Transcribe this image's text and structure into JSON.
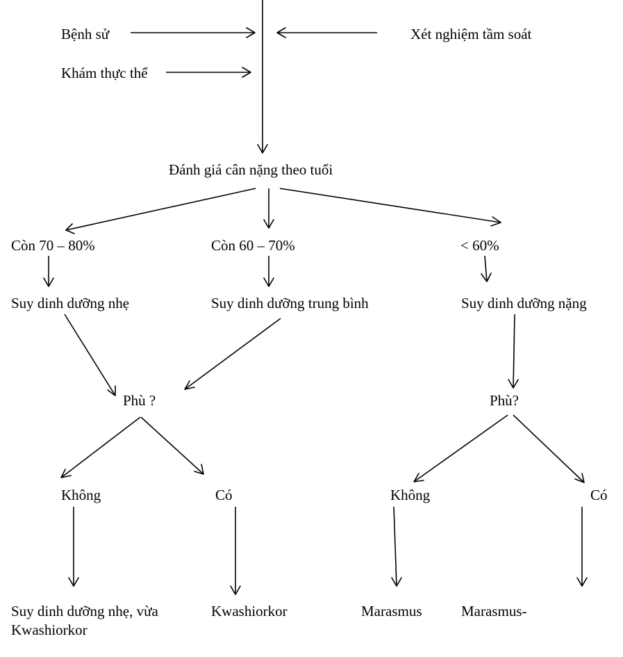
{
  "inputs": {
    "history": "Bệnh sử",
    "screening": "Xét nghiệm tầm soát",
    "exam": "Khám thực thể"
  },
  "assessment": "Đánh giá cân nặng theo tuổi",
  "branches": {
    "mild_range": "Còn 70 – 80%",
    "moderate_range": "Còn 60 – 70%",
    "severe_range": "< 60%"
  },
  "severity": {
    "mild": "Suy dinh dưỡng nhẹ",
    "moderate": "Suy dinh dưỡng trung bình",
    "severe": "Suy dinh dưỡng nặng"
  },
  "edema_question": {
    "left": "Phù ?",
    "right": "Phù?"
  },
  "answers": {
    "left_no": "Không",
    "left_yes": "Có",
    "right_no": "Không",
    "right_yes": "Có"
  },
  "outcomes": {
    "left_no_line1": "Suy dinh dưỡng nhẹ, vừa",
    "left_no_line2": "Kwashiorkor",
    "left_yes": "Kwashiorkor",
    "right_no": "Marasmus",
    "right_yes": "Marasmus-"
  }
}
